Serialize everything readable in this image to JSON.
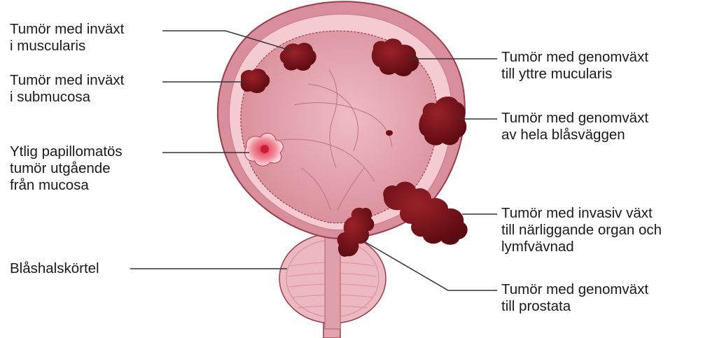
{
  "labels": {
    "muscularis": [
      "Tumör med inväxt",
      "i muscularis"
    ],
    "submucosa": [
      "Tumör med inväxt",
      "i submucosa"
    ],
    "papillary": [
      "Ytlig papillomatös",
      "tumör utgående",
      "från mucosa"
    ],
    "prostate_gland": [
      "Blåshalskörtel"
    ],
    "outer_muscularis": [
      "Tumör med genomväxt",
      "till yttre mucularis"
    ],
    "whole_wall": [
      "Tumör med genomväxt",
      "av hela blåsväggen"
    ],
    "invasive": [
      "Tumör med invasiv växt",
      "till närliggande organ och",
      "lymfvävnad"
    ],
    "prostata": [
      "Tumör med genomväxt",
      "till prostata"
    ]
  },
  "colors": {
    "outer_wall": "#d98f9b",
    "wall_edge": "#9c3d4c",
    "muscle_layer": "#f3cbd1",
    "lumen": "#e6a7b0",
    "lumen_shade": "#d48b96",
    "prostate": "#ecb9c0",
    "tumor": "#6e0f16",
    "tumor_highlight": "#8f1c24",
    "leader_line": "#333333",
    "text": "#1a1a1a"
  }
}
